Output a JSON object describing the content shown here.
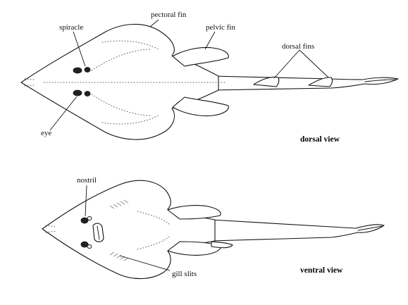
{
  "diagram": {
    "views": {
      "dorsal": "dorsal view",
      "ventral": "ventral view"
    },
    "labels": {
      "spiracle": "spiracle",
      "pectoral_fin": "pectoral fin",
      "pelvic_fin": "pelvic fin",
      "dorsal_fins": "dorsal fins",
      "eye": "eye",
      "nostril": "nostril",
      "gill_slits": "gill slits"
    },
    "colors": {
      "ink": "#111111",
      "paper": "#ffffff"
    }
  }
}
